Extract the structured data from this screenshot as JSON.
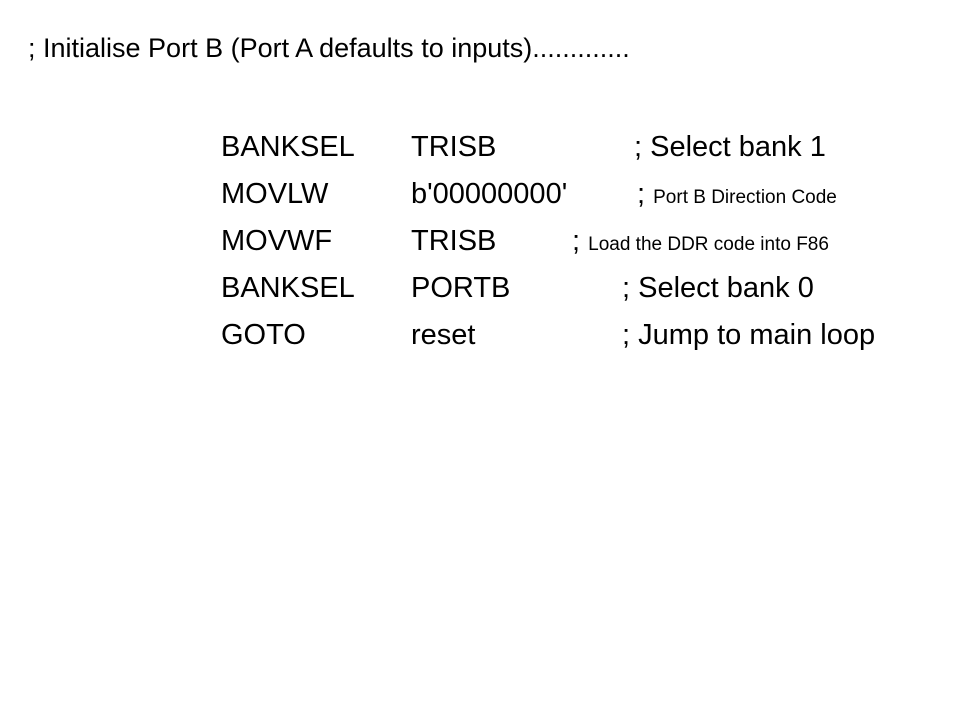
{
  "heading": "; Initialise Port B (Port A defaults to inputs).............",
  "code_lines": [
    {
      "mnemonic": "BANKSEL",
      "operand": "TRISB",
      "semicolon": ";",
      "comment": "Select bank 1",
      "comment_size": "large"
    },
    {
      "mnemonic": "MOVLW",
      "operand": "b'00000000'",
      "semicolon": ";",
      "comment": "Port B Direction Code",
      "comment_size": "small"
    },
    {
      "mnemonic": "MOVWF",
      "operand": "TRISB",
      "semicolon": ";",
      "comment": "Load the DDR code into F86",
      "comment_size": "small"
    },
    {
      "mnemonic": "BANKSEL",
      "operand": "PORTB",
      "semicolon": ";",
      "comment": "Select bank 0",
      "comment_size": "large"
    },
    {
      "mnemonic": "GOTO",
      "operand": "reset",
      "semicolon": ";",
      "comment": "Jump to main loop",
      "comment_size": "large"
    }
  ]
}
